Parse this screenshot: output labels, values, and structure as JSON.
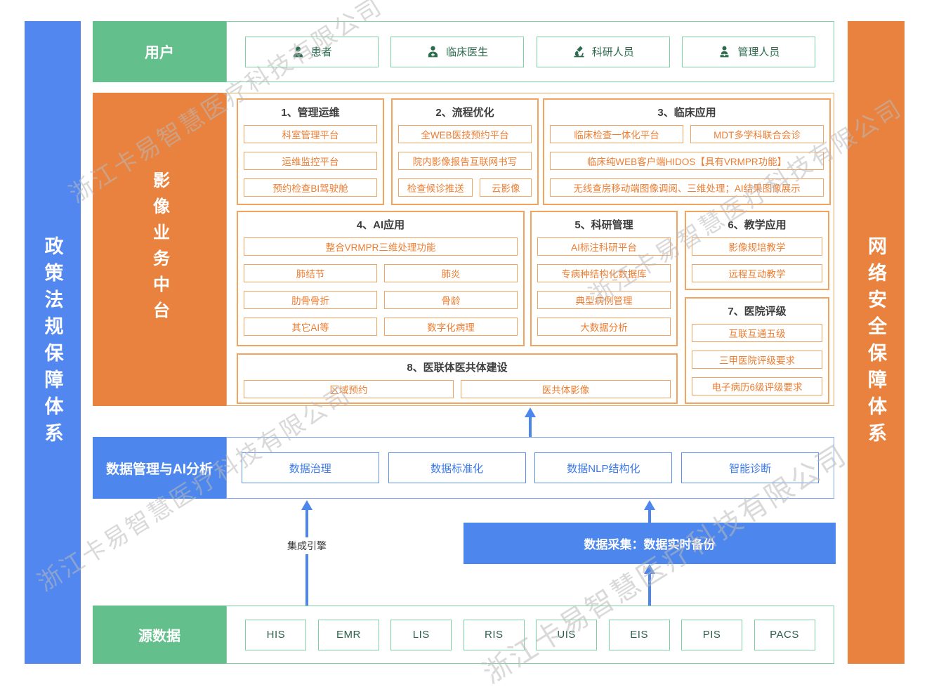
{
  "watermark": "浙江卡易智慧医疗科技有限公司",
  "left_bar": "政策法规保障体系",
  "right_bar": "网络安全保障体系",
  "users": {
    "header": "用户",
    "items": [
      {
        "icon": "patient-icon",
        "label": "患者"
      },
      {
        "icon": "doctor-icon",
        "label": "临床医生"
      },
      {
        "icon": "researcher-icon",
        "label": "科研人员"
      },
      {
        "icon": "admin-icon",
        "label": "管理人员"
      }
    ]
  },
  "platform": {
    "header": "影像业务中台",
    "group1": {
      "title": "1、管理运维",
      "items": [
        "科室管理平台",
        "运维监控平台",
        "预约检查BI驾驶舱"
      ]
    },
    "group2": {
      "title": "2、流程优化",
      "items": [
        "全WEB医技预约平台",
        "院内影像报告互联网书写"
      ],
      "pair": [
        "检查候诊推送",
        "云影像"
      ]
    },
    "group3": {
      "title": "3、临床应用",
      "pair": [
        "临床检查一体化平台",
        "MDT多学科联合会诊"
      ],
      "items": [
        "临床纯WEB客户端HIDOS【具有VRMPR功能】",
        "无线查房移动端图像调阅、三维处理；AI结果图像展示"
      ]
    },
    "group4": {
      "title": "4、AI应用",
      "full": "整合VRMPR三维处理功能",
      "grid": [
        "肺结节",
        "肺炎",
        "肋骨骨折",
        "骨龄",
        "其它AI等",
        "数字化病理"
      ]
    },
    "group5": {
      "title": "5、科研管理",
      "items": [
        "AI标注科研平台",
        "专病种结构化数据库",
        "典型病例管理",
        "大数据分析"
      ]
    },
    "group6": {
      "title": "6、教学应用",
      "items": [
        "影像规培教学",
        "远程互动教学"
      ]
    },
    "group7": {
      "title": "7、医院评级",
      "items": [
        "互联互通五级",
        "三甲医院评级要求",
        "电子病历6级评级要求"
      ]
    },
    "group8": {
      "title": "8、医联体医共体建设",
      "pair": [
        "区域预约",
        "医共体影像"
      ]
    }
  },
  "data_mgmt": {
    "header": "数据管理与AI分析",
    "items": [
      "数据治理",
      "数据标准化",
      "数据NLP结构化",
      "智能诊断"
    ]
  },
  "integration_engine": "集成引擎",
  "data_collection": "数据采集：数据实时备份",
  "source": {
    "header": "源数据",
    "items": [
      "HIS",
      "EMR",
      "LIS",
      "RIS",
      "UIS",
      "EIS",
      "PIS",
      "PACS"
    ]
  },
  "colors": {
    "green": "#63C08C",
    "green_border": "#7ED1A4",
    "green_dark": "#2D6B4F",
    "orange": "#E8823E",
    "orange_border": "#F2A35F",
    "orange_text": "#ED7D31",
    "blue": "#4D86EC",
    "blue_text": "#3B79E8",
    "title_text": "#3D3D3D"
  }
}
